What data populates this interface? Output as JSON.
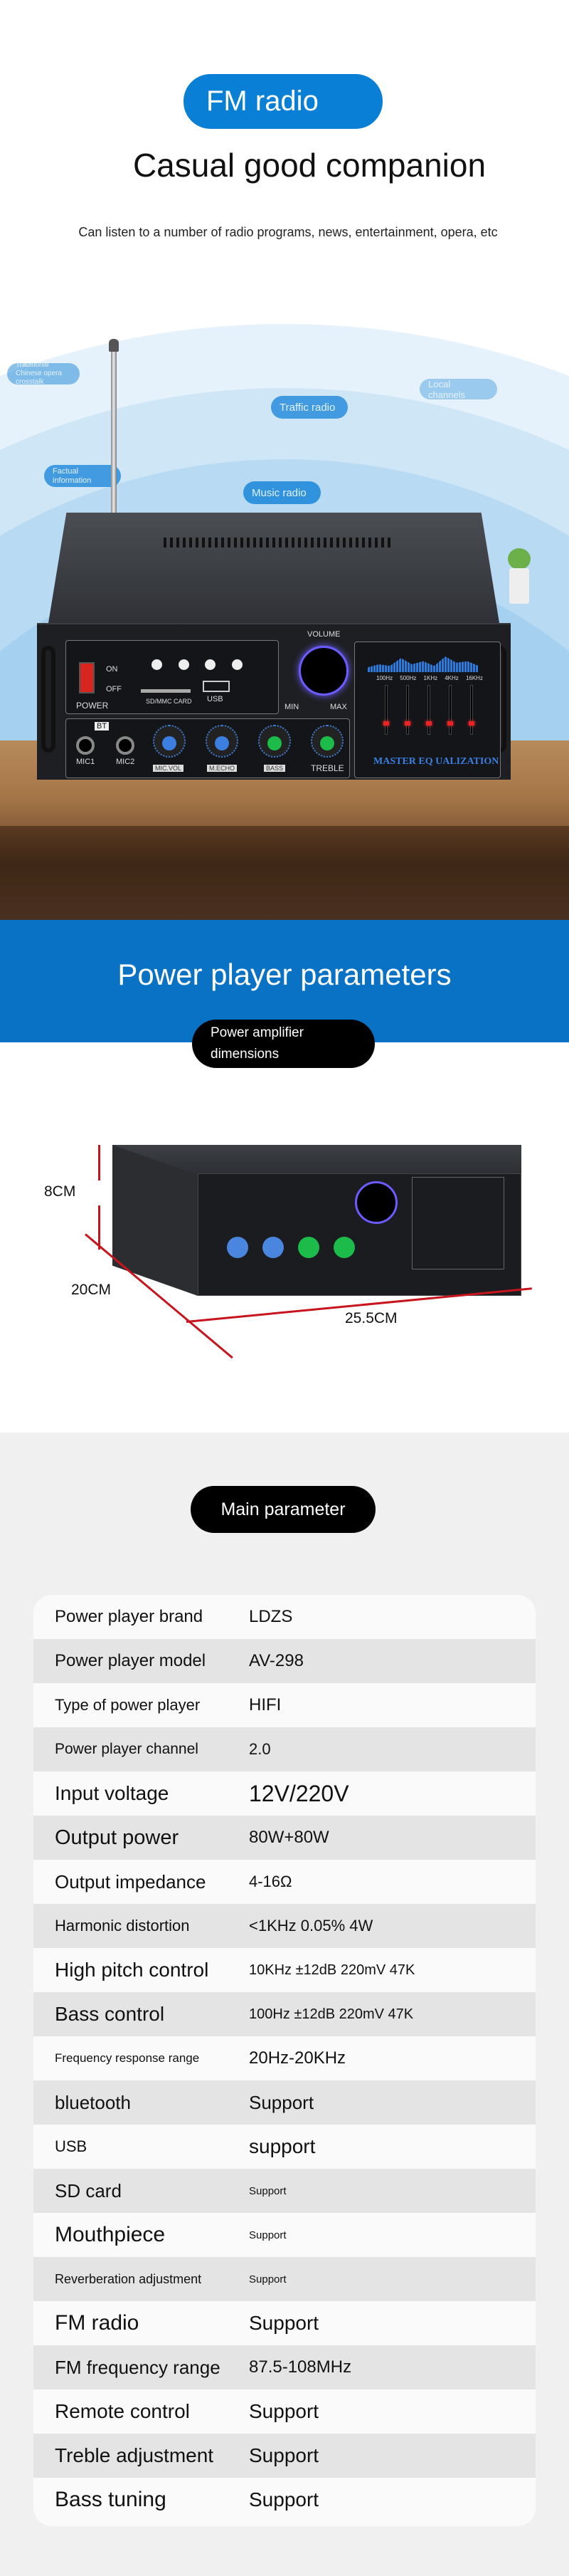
{
  "fm_section": {
    "badge": "FM radio",
    "title": "Casual good companion",
    "subtitle": "Can listen to a number of radio programs, news, entertainment, opera, etc",
    "bubbles": [
      {
        "label": "Traditional Chinese opera crosstalk"
      },
      {
        "label": "Local channels"
      },
      {
        "label": "Traffic radio"
      },
      {
        "label": "Factual information"
      },
      {
        "label": "Music radio"
      }
    ]
  },
  "amplifier_panel": {
    "on": "ON",
    "off": "OFF",
    "power": "POWER",
    "card": "SD/MMC CARD",
    "usb": "USB",
    "volume": "VOLUME",
    "min": "MIN",
    "max": "MAX",
    "bt": "BT",
    "mic1": "MIC1",
    "mic2": "MIC2",
    "knobs": [
      "MIC.VOL",
      "M.ECHO",
      "BASS",
      "TREBLE"
    ],
    "eq_freqs": [
      "100Hz",
      "500Hz",
      "1KHz",
      "4KHz",
      "16KHz"
    ],
    "eq_title": "MASTER EQ UALIZATION"
  },
  "parameters_band": {
    "title": "Power player parameters"
  },
  "dimensions": {
    "badge": "Power amplifier dimensions",
    "height": "8CM",
    "depth": "20CM",
    "width": "25.5CM"
  },
  "main_parameter": {
    "badge": "Main parameter",
    "rows": [
      {
        "label": "Power player brand",
        "value": "LDZS"
      },
      {
        "label": "Power player model",
        "value": "AV-298"
      },
      {
        "label": "Type of power player",
        "value": "HIFI"
      },
      {
        "label": "Power player channel",
        "value": "2.0"
      },
      {
        "label": "Input voltage",
        "value": "12V/220V"
      },
      {
        "label": "Output power",
        "value": "80W+80W"
      },
      {
        "label": "Output impedance",
        "value": "4-16Ω"
      },
      {
        "label": "Harmonic distortion",
        "value": "<1KHz 0.05% 4W"
      },
      {
        "label": "High pitch control",
        "value": "10KHz ±12dB 220mV 47K"
      },
      {
        "label": "Bass control",
        "value": "100Hz ±12dB 220mV 47K"
      },
      {
        "label": "Frequency response range",
        "value": "20Hz-20KHz"
      },
      {
        "label": "bluetooth",
        "value": "Support"
      },
      {
        "label": "USB",
        "value": "support"
      },
      {
        "label": "SD card",
        "value": "Support"
      },
      {
        "label": "Mouthpiece",
        "value": "Support"
      },
      {
        "label": "Reverberation adjustment",
        "value": "Support"
      },
      {
        "label": "FM radio",
        "value": "Support"
      },
      {
        "label": "FM frequency range",
        "value": "87.5-108MHz"
      },
      {
        "label": "Remote control",
        "value": "Support"
      },
      {
        "label": "Treble adjustment",
        "value": "Support"
      },
      {
        "label": "Bass tuning",
        "value": "Support"
      }
    ]
  },
  "colors": {
    "accent_blue": "#0a7fd6",
    "band_blue": "#0a72c4",
    "badge_black": "#000000",
    "row_alt": "#e4e4e4"
  }
}
